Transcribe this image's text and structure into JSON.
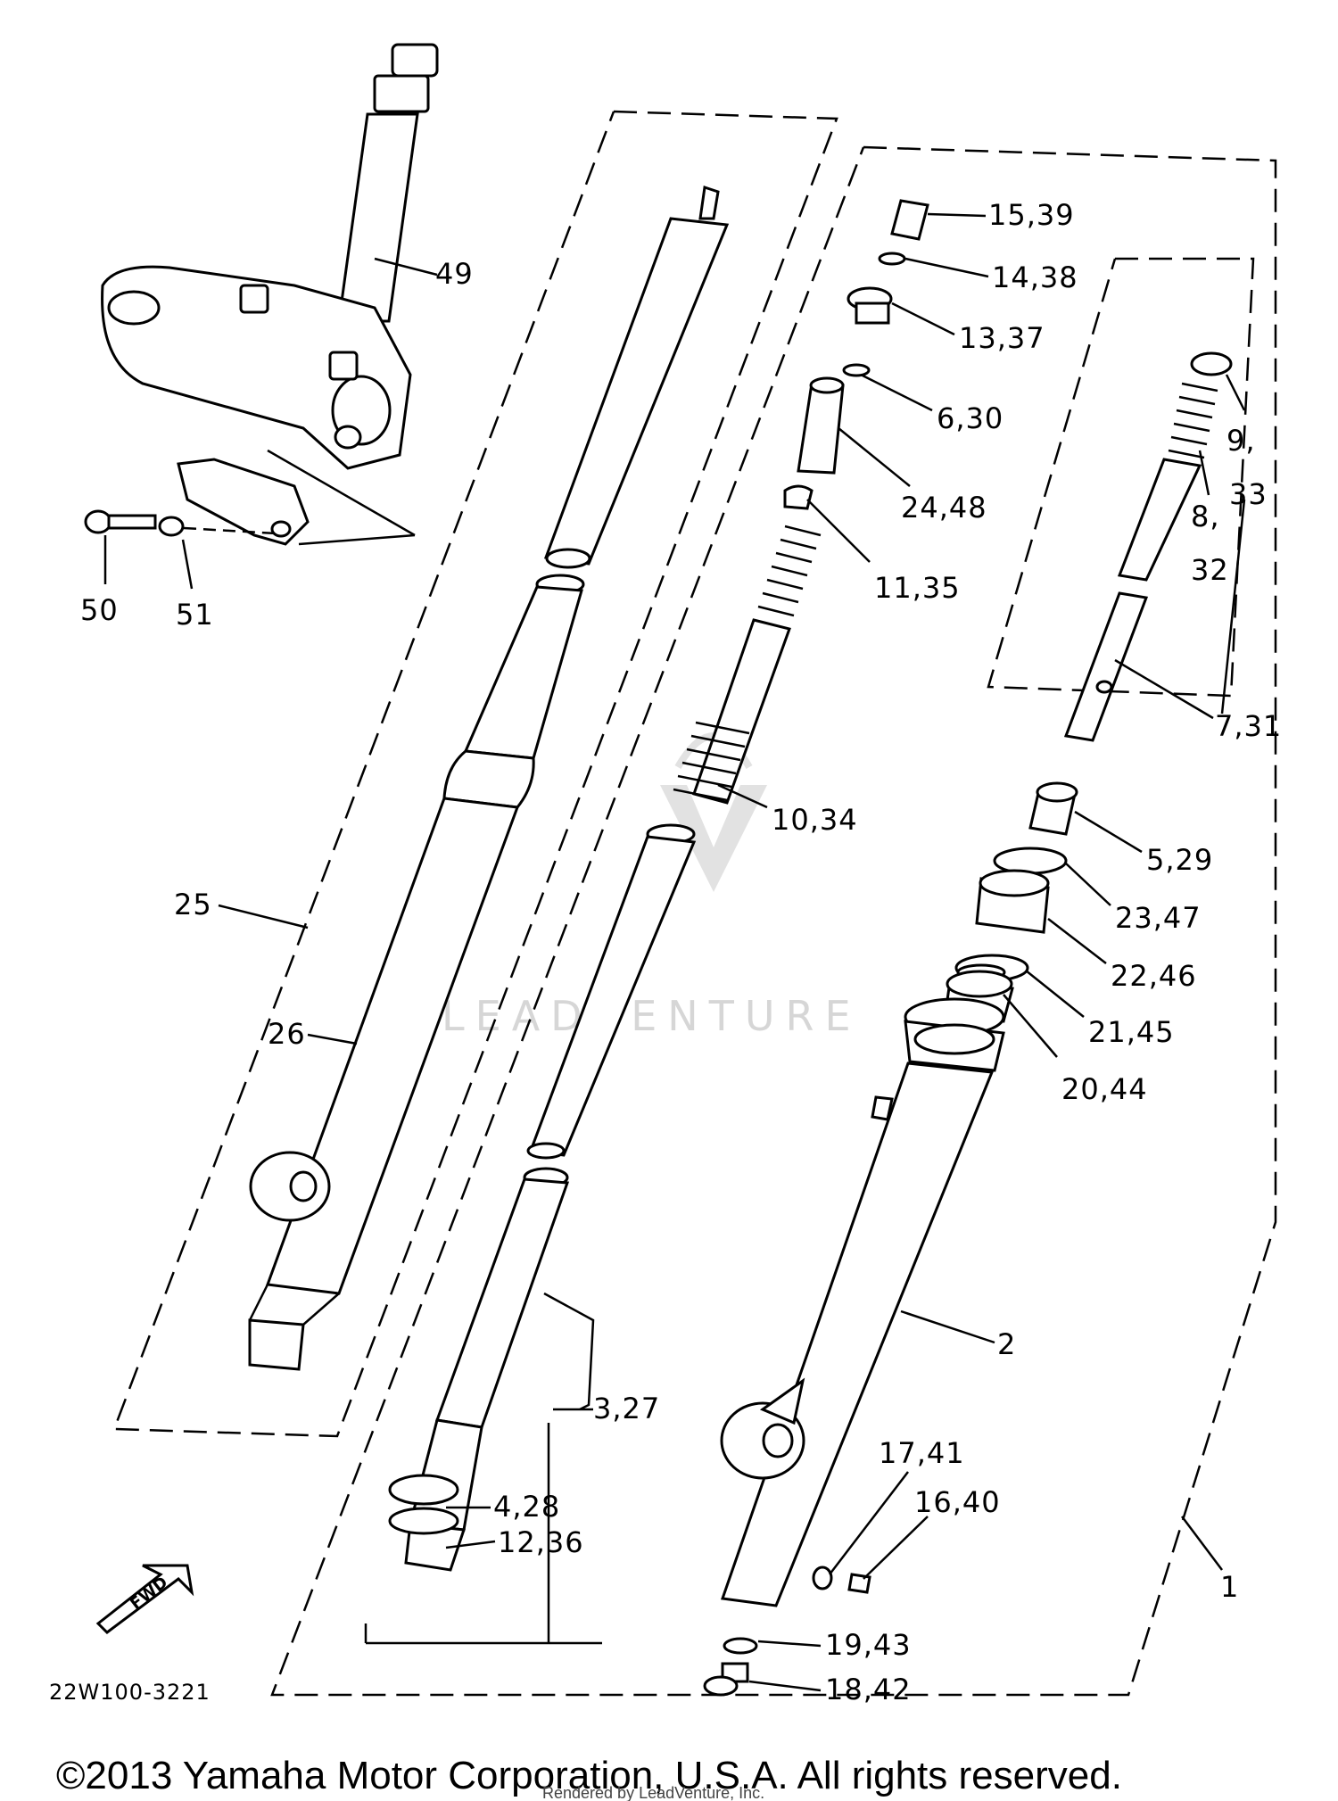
{
  "diagram": {
    "code": "22W100-3221",
    "watermark": "LEADVENTURE",
    "fwd_badge": "FWD",
    "copyright": "©2013 Yamaha Motor Corporation, U.S.A. All rights reserved.",
    "rendered_by": "Rendered by LeadVenture, Inc.",
    "labels": {
      "p49": "49",
      "p50": "50",
      "p51": "51",
      "p15_39": "15,39",
      "p14_38": "14,38",
      "p13_37": "13,37",
      "p6_30": "6,30",
      "p24_48": "24,48",
      "p11_35": "11,35",
      "p9_33": "9,",
      "p9_33b": "33",
      "p8_32": "8,",
      "p8_32b": "32",
      "p7_31": "7,31",
      "p10_34": "10,34",
      "p5_29": "5,29",
      "p23_47": "23,47",
      "p22_46": "22,46",
      "p21_45": "21,45",
      "p20_44": "20,44",
      "p25": "25",
      "p26": "26",
      "p2": "2",
      "p3_27": "3,27",
      "p17_41": "17,41",
      "p16_40": "16,40",
      "p4_28": "4,28",
      "p12_36": "12,36",
      "p1": "1",
      "p19_43": "19,43",
      "p18_42": "18,42"
    }
  }
}
